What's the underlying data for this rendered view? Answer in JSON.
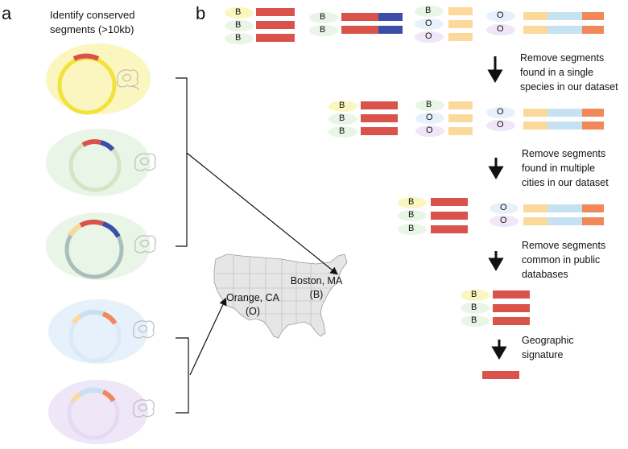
{
  "panel_a": {
    "letter": "a",
    "heading_line1": "Identify conserved",
    "heading_line2": "segments (>10kb)"
  },
  "panel_b": {
    "letter": "b",
    "steps": [
      {
        "line1": "Remove segments",
        "line2": "found in a single",
        "line3": "species in our dataset"
      },
      {
        "line1": "Remove segments",
        "line2": "found in multiple",
        "line3": "cities in our dataset"
      },
      {
        "line1": "Remove segments",
        "line2": "common in public",
        "line3": "databases"
      },
      {
        "line1": "Geographic",
        "line2": "signature",
        "line3": ""
      }
    ]
  },
  "cities": {
    "orange_line1": "Orange, CA",
    "orange_line2": "(O)",
    "boston_line1": "Boston, MA",
    "boston_line2": "(B)"
  },
  "labels": {
    "b": "B",
    "o": "O"
  },
  "colors": {
    "red": "#d9534a",
    "blue": "#3c4fa8",
    "light_orange": "#fbd99a",
    "light_blue": "#c5e2f2",
    "orange": "#f0885a",
    "yellow_fill": "#fbf6c0",
    "green_fill": "#e9f5e6",
    "blue_fill": "#e6f1fb",
    "purple_fill": "#efe6f7"
  }
}
